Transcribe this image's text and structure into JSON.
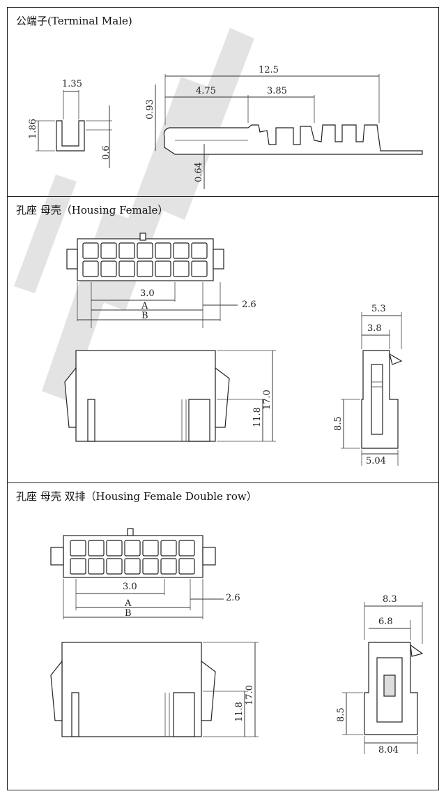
{
  "panels": {
    "terminal": {
      "title": "公端子(Terminal Male)",
      "dims": {
        "d135": "1.35",
        "d186": "1.86",
        "d06": "0.6",
        "d125": "12.5",
        "d475": "4.75",
        "d385": "3.85",
        "d093": "0.93",
        "d064": "0.64"
      }
    },
    "housing": {
      "title": "孔座  母壳（Housing Female）",
      "dims": {
        "d30": "3.0",
        "d26": "2.6",
        "A": "A",
        "B": "B",
        "d118": "11.8",
        "d170": "17.0",
        "d53": "5.3",
        "d38": "3.8",
        "d85": "8.5",
        "d504": "5.04"
      }
    },
    "double": {
      "title": "孔座  母壳  双排（Housing Female Double row）",
      "dims": {
        "d30": "3.0",
        "d26": "2.6",
        "A": "A",
        "B": "B",
        "d118": "11.8",
        "d170": "17.0",
        "d83": "8.3",
        "d68": "6.8",
        "d85": "8.5",
        "d804": "8.04"
      }
    }
  },
  "watermark": {
    "color": "#d9d9d9"
  }
}
